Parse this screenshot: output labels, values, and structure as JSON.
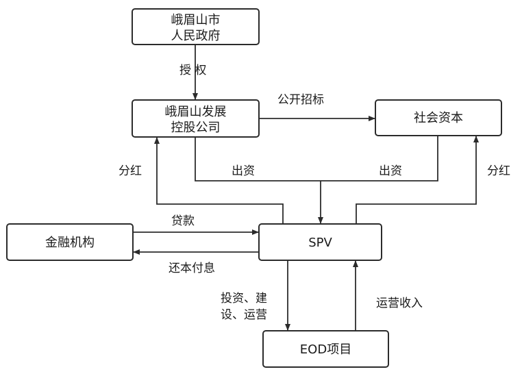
{
  "nodes": {
    "gov": {
      "line1": "峨眉山市",
      "line2": "人民政府"
    },
    "holding": {
      "line1": "峨眉山发展",
      "line2": "控股公司"
    },
    "social": {
      "label": "社会资本"
    },
    "finance": {
      "label": "金融机构"
    },
    "spv": {
      "label": "SPV"
    },
    "eod": {
      "label": "EOD项目"
    }
  },
  "edges": {
    "authorize": "授 权",
    "tender": "公开招标",
    "invest_left": "出资",
    "invest_right": "出资",
    "dividend_left": "分红",
    "dividend_right": "分红",
    "loan": "贷款",
    "repay": "还本付息",
    "build_line1": "投资、建",
    "build_line2": "设、运营",
    "revenue": "运营收入"
  }
}
